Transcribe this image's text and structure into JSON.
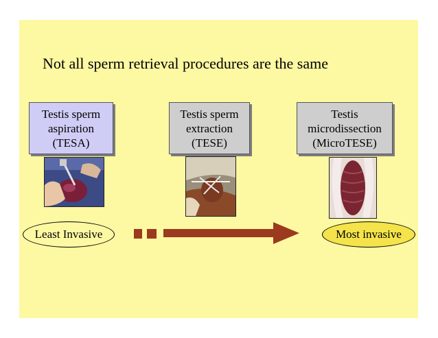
{
  "title": "Not all sperm retrieval procedures are the same",
  "procedures": [
    {
      "label": "Testis sperm\naspiration\n(TESA)",
      "fill": "#cfcdf6"
    },
    {
      "label": "Testis sperm\nextraction\n(TESE)",
      "fill": "#cfcece"
    },
    {
      "label": "Testis\nmicrodissection\n(MicroTESE)",
      "fill": "#cfcece"
    }
  ],
  "scale": {
    "least_label": "Least Invasive",
    "most_label": "Most invasive",
    "arrow_color": "#9b3a1e",
    "most_fill": "#f4e34a"
  },
  "colors": {
    "background": "#fdf8a2"
  }
}
